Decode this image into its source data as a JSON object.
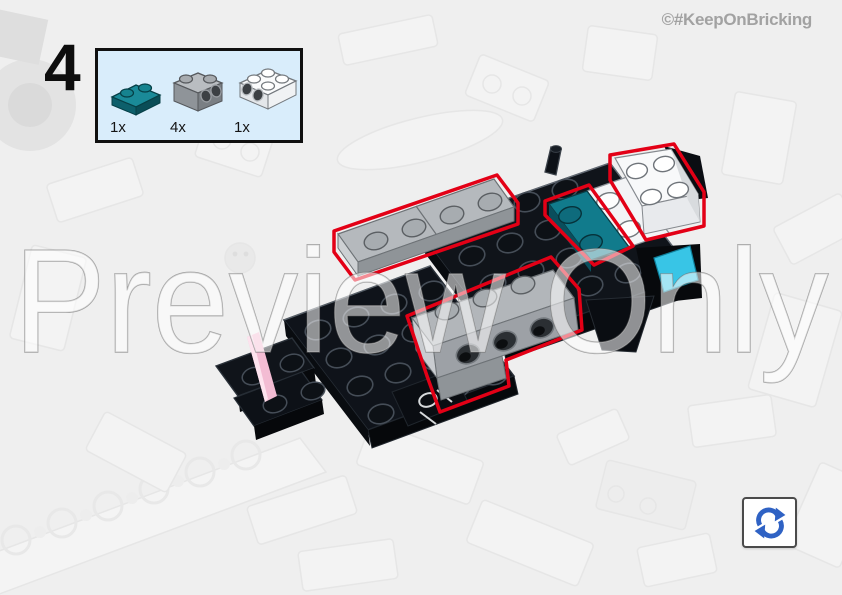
{
  "page": {
    "background_style": "faded photo of scattered white LEGO pieces",
    "accent_red": "#e30016"
  },
  "step": {
    "number": "4"
  },
  "parts_panel": {
    "bg_color": "#d9edfb",
    "parts": [
      {
        "count": "1x",
        "name": "teal 1x2 plate",
        "color": "#117b8c"
      },
      {
        "count": "4x",
        "name": "gray 1x2 bracket with side studs",
        "color": "#9ba0a5"
      },
      {
        "count": "1x",
        "name": "white 2x2 bracket with side studs",
        "color": "#f5f6f8"
      }
    ]
  },
  "model": {
    "description": "Isometric render of partially built black LEGO model; parts added this step are outlined in red: one teal 1x2 plate, four gray brackets, one white 2x2 bracket",
    "highlight_color": "#e30016",
    "colors": {
      "black": "#0d1117",
      "gray": "#b5b9bd",
      "teal": "#117b8c",
      "white": "#f5f6f8",
      "cyan": "#38c5e6",
      "pink": "#f3bcd3"
    }
  },
  "watermark": {
    "text": "Preview Only"
  },
  "copyright": {
    "text": "©#KeepOnBricking"
  },
  "controls": {
    "refresh_label": "refresh view",
    "refresh_color": "#2f62c4"
  }
}
